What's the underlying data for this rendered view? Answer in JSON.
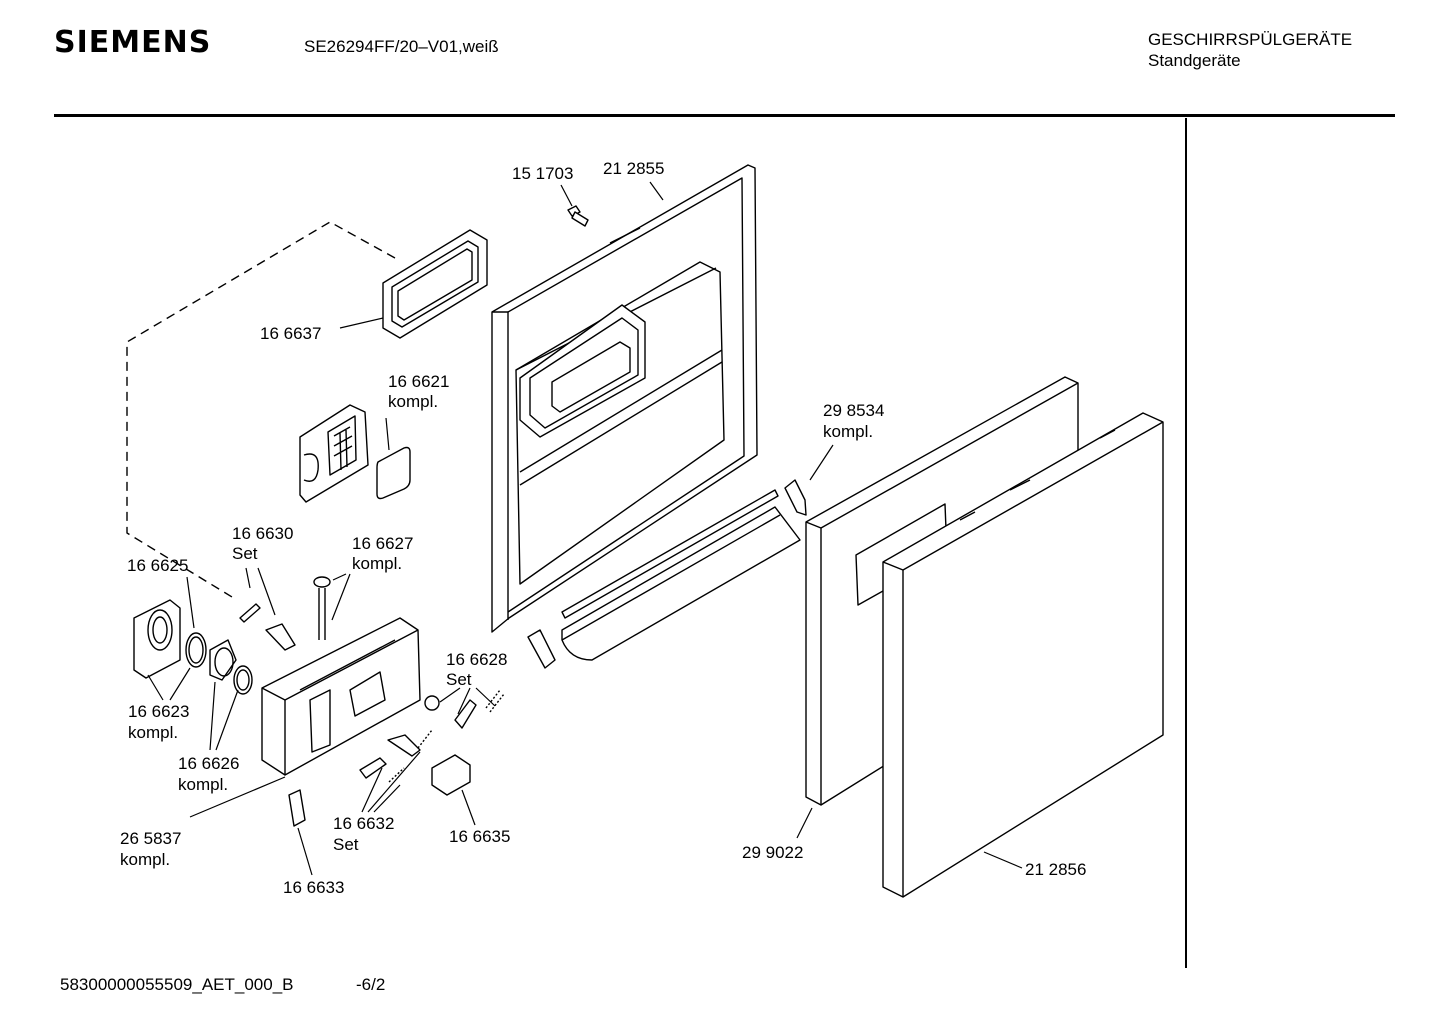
{
  "header": {
    "brand": "SIEMENS",
    "model": "SE26294FF/20–V01,weiß",
    "category": "GESCHIRRSPÜLGERÄTE",
    "subcategory": "Standgeräte"
  },
  "footer": {
    "drawing_id": "58300000055509_AET_000_B",
    "page": "-6/2"
  },
  "parts": [
    {
      "number": "15 1703"
    },
    {
      "number": "21 2855"
    },
    {
      "number": "16 6637"
    },
    {
      "number": "16 6621",
      "note": "kompl."
    },
    {
      "number": "29 8534",
      "note": "kompl."
    },
    {
      "number": "16 6630",
      "note": "Set"
    },
    {
      "number": "16 6627",
      "note": "kompl."
    },
    {
      "number": "16 6625"
    },
    {
      "number": "16 6628",
      "note": "Set"
    },
    {
      "number": "16 6623",
      "note": "kompl."
    },
    {
      "number": "16 6626",
      "note": "kompl."
    },
    {
      "number": "26 5837",
      "note": "kompl."
    },
    {
      "number": "16 6632",
      "note": "Set"
    },
    {
      "number": "16 6635"
    },
    {
      "number": "29 9022"
    },
    {
      "number": "21 2856"
    },
    {
      "number": "16 6633"
    }
  ]
}
